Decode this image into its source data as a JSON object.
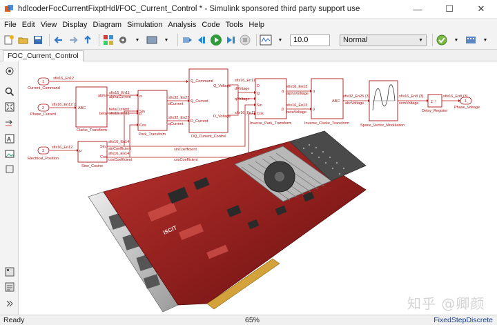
{
  "window": {
    "title": "hdlcoderFocCurrentFixptHdl/FOC_Current_Control * - Simulink sponsored third party support use"
  },
  "menu": [
    "File",
    "Edit",
    "View",
    "Display",
    "Diagram",
    "Simulation",
    "Analysis",
    "Code",
    "Tools",
    "Help"
  ],
  "toolbar": {
    "stop_time": "10.0",
    "sim_mode": "Normal"
  },
  "tab": {
    "label": "FOC_Current_Control"
  },
  "diagram": {
    "inports": [
      {
        "num": "1",
        "name": "Current_Command",
        "sig": "sfix16_En12"
      },
      {
        "num": "2",
        "name": "Phase_Current",
        "sig": "sfix16_En12 (2)"
      },
      {
        "num": "3",
        "name": "Electrical_Position",
        "sig": "sfix16_En12"
      }
    ],
    "outport": {
      "num": "1",
      "name": "Phase_Voltage",
      "sig": "sfix16_En8 (3)"
    },
    "blocks": {
      "clarke": {
        "name": "Clarke_Transform",
        "in": "ABC",
        "out1": "alpha",
        "out2": "beta"
      },
      "park": {
        "name": "Park_Transform",
        "in1": "α",
        "in2": "β",
        "in3": "Sin",
        "in4": "Cos"
      },
      "dq": {
        "name": "DQ_Current_Control",
        "in1": "Q_Command",
        "in2": "Q_Current",
        "in3": "D_Current",
        "out1": "Q_Voltage",
        "out2": "D_Voltage"
      },
      "invpark": {
        "name": "Inverse_Park_Transform",
        "in1": "D",
        "in2": "Q",
        "in3": "Sin",
        "in4": "Cos",
        "out1": "α",
        "out2": "β"
      },
      "invclarke": {
        "name": "Inverse_Clarke_Transform",
        "in1": "α",
        "in2": "β",
        "out": "ABC"
      },
      "svm": {
        "name": "Space_Vector_Modulation"
      },
      "delay": {
        "name": "Delay_Register",
        "label": "z⁻¹"
      },
      "sincos": {
        "name": "Sine_Cosine",
        "in": "P",
        "out1": "Sin",
        "out2": "Cos"
      }
    },
    "signals": {
      "alpha_current": "alphaCurrent",
      "beta_current": "betaCurrent",
      "sfix16_en11_a": "sfix16_En11",
      "sfix16_en11_b": "sfix16_En11",
      "sfix32_en27_d": "sfix32_En27",
      "d_current": "dCurrent",
      "sfix32_en27_q": "sfix32_En27",
      "q_current": "qCurrent",
      "d_voltage": "dVoltage",
      "q_voltage": "qVoltage",
      "sfix16_en11_d": "sfix16_En11",
      "sfix16_en11_q": "sfix16_En11",
      "alpha_voltage": "alphaVoltage",
      "beta_voltage": "betaVoltage",
      "sfix16_en13_a": "sfix16_En13",
      "sfix16_en13_b": "sfix16_En13",
      "abc_voltage": "abcVoltage",
      "sfix32_en25": "sfix32_En25 (3)",
      "svm_voltage": "svmVoltage",
      "sfix16_en8": "sfix16_En8 (3)",
      "sin_coeff": "sinCoefficient",
      "cos_coeff": "cosCoefficient",
      "sfix16_en14_a": "sfix16_En14",
      "sfix16_en14_b": "sfix16_En14"
    },
    "board_label": "ISCIT"
  },
  "status": {
    "left": "Ready",
    "zoom": "65%",
    "solver": "FixedStepDiscrete"
  },
  "watermark": "知乎 @卿颜",
  "colors": {
    "signal": "#b01515",
    "pcb": "#8e1a1a",
    "accent": "#1a3f8a"
  }
}
